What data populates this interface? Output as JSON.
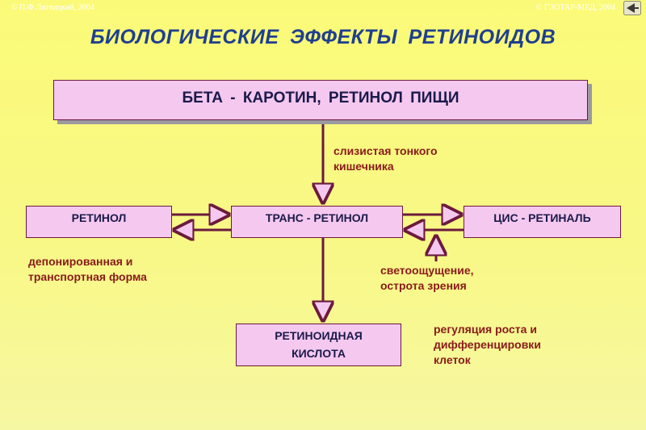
{
  "copyright": {
    "left": "© П.Ф.Литвицкий, 2004",
    "right": "© ГЭОТАР-МЕД, 2004"
  },
  "nav_icon": "nav-arrow-icon",
  "title": "БИОЛОГИЧЕСКИЕ  ЭФФЕКТЫ  РЕТИНОИДОВ",
  "boxes": {
    "source": "БЕТА - КАРОТИН,  РЕТИНОЛ  ПИЩИ",
    "retinol": "РЕТИНОЛ",
    "trans": "ТРАНС - РЕТИНОЛ",
    "cis": "ЦИС - РЕТИНАЛЬ",
    "acid": "РЕТИНОИДНАЯ\nКИСЛОТА"
  },
  "notes": {
    "mucosa": "слизистая тонкого\nкишечника",
    "depot": "депонированная и\nтранспортная форма",
    "vision": "светоощущение,\nострота зрения",
    "growth": "регуляция роста  и\nдифференцировки\nклеток"
  },
  "colors": {
    "title": "#1f3f8f",
    "box_fill": "#f5c8ef",
    "arrow": "#6b1a3c",
    "note_text": "#8a1a1a"
  }
}
